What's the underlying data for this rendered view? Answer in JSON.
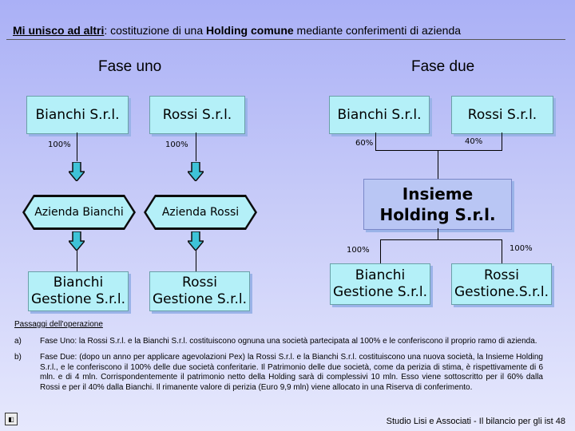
{
  "title": {
    "underlined": "Mi unisco ad altri",
    "rest_plain1": ": costituzione di una ",
    "rest_bold": "Holding comune",
    "rest_plain2": " mediante conferimenti di azienda"
  },
  "phase_one": {
    "heading": "Fase uno",
    "bianchi_srl": "Bianchi S.r.l.",
    "rossi_srl": "Rossi S.r.l.",
    "pct_bianchi": "100%",
    "pct_rossi": "100%",
    "azienda_bianchi": "Azienda Bianchi",
    "azienda_rossi": "Azienda Rossi",
    "bianchi_gestione": "Bianchi Gestione S.r.l.",
    "rossi_gestione": "Rossi Gestione S.r.l."
  },
  "phase_two": {
    "heading": "Fase due",
    "bianchi_srl": "Bianchi S.r.l.",
    "rossi_srl": "Rossi S.r.l.",
    "pct_bianchi": "60%",
    "pct_rossi": "40%",
    "holding": "Insieme Holding S.r.l.",
    "pct_left": "100%",
    "pct_right": "100%",
    "bianchi_gestione": "Bianchi Gestione S.r.l.",
    "rossi_gestione": "Rossi Gestione.S.r.l."
  },
  "notes": {
    "heading": "Passaggi dell'operazione",
    "items": [
      {
        "label": "a)",
        "text": "Fase Uno: la Rossi S.r.l. e la Bianchi S.r.l. costituiscono ognuna una società partecipata al 100% e le conferiscono il proprio ramo di azienda."
      },
      {
        "label": "b)",
        "text": "Fase Due: (dopo un anno per applicare agevolazioni Pex) la Rossi S.r.l. e la Bianchi S.r.l. costituiscono una nuova società, la Insieme Holding S.r.l., e le conferiscono il 100% delle due società conferitarie. Il Patrimonio delle due società, come da perizia di stima, è rispettivamente di 6 mln. e di 4 mln. Corrispondentemente il patrimonio netto della Holding sarà di complessivi 10 mln. Esso viene sottoscritto per il 60% dalla Rossi e per il 40% dalla Bianchi. Il rimanente valore di perizia (Euro 9,9 mln) viene allocato in una Riserva di conferimento."
      }
    ]
  },
  "footer": "Studio Lisi e Associati - Il bilancio per gli ist 48",
  "colors": {
    "box_fill": "#b4f0f8",
    "arrow_fill": "#3ec3d8",
    "background": "#aab0f6"
  }
}
